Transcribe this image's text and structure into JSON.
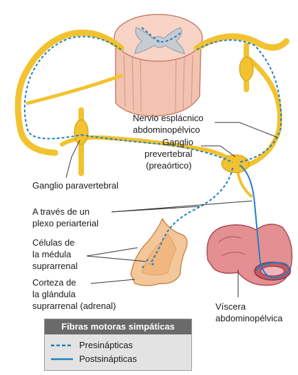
{
  "labels": {
    "nervio": [
      "Nervio esplácnico",
      "abdominopélvico"
    ],
    "ganglio_prevertebral": [
      "Ganglio",
      "prevertebral",
      "(preaórtico)"
    ],
    "ganglio_paravertebral": "Ganglio paravertebral",
    "plexo": [
      "A través de un",
      "plexo periarterial"
    ],
    "celulas": [
      "Células de",
      "la médula",
      "suprarrenal"
    ],
    "corteza": [
      "Corteza de",
      "la glándula",
      "suprarrenal (adrenal)"
    ],
    "viscera": [
      "Víscera",
      "abdominopélvica"
    ]
  },
  "legend": {
    "title": "Fibras motoras simpáticas",
    "items": [
      {
        "label": "Presinápticas",
        "style": "dashed"
      },
      {
        "label": "Postsinápticas",
        "style": "solid"
      }
    ]
  },
  "colors": {
    "nerve": "#f2c230",
    "fiber": "#1f7fc0",
    "cord_body": "#f2c3b0",
    "cord_grey": "#c6ccd2",
    "organ": "#e48f91",
    "gland": "#f3c79a",
    "line": "#333333"
  }
}
